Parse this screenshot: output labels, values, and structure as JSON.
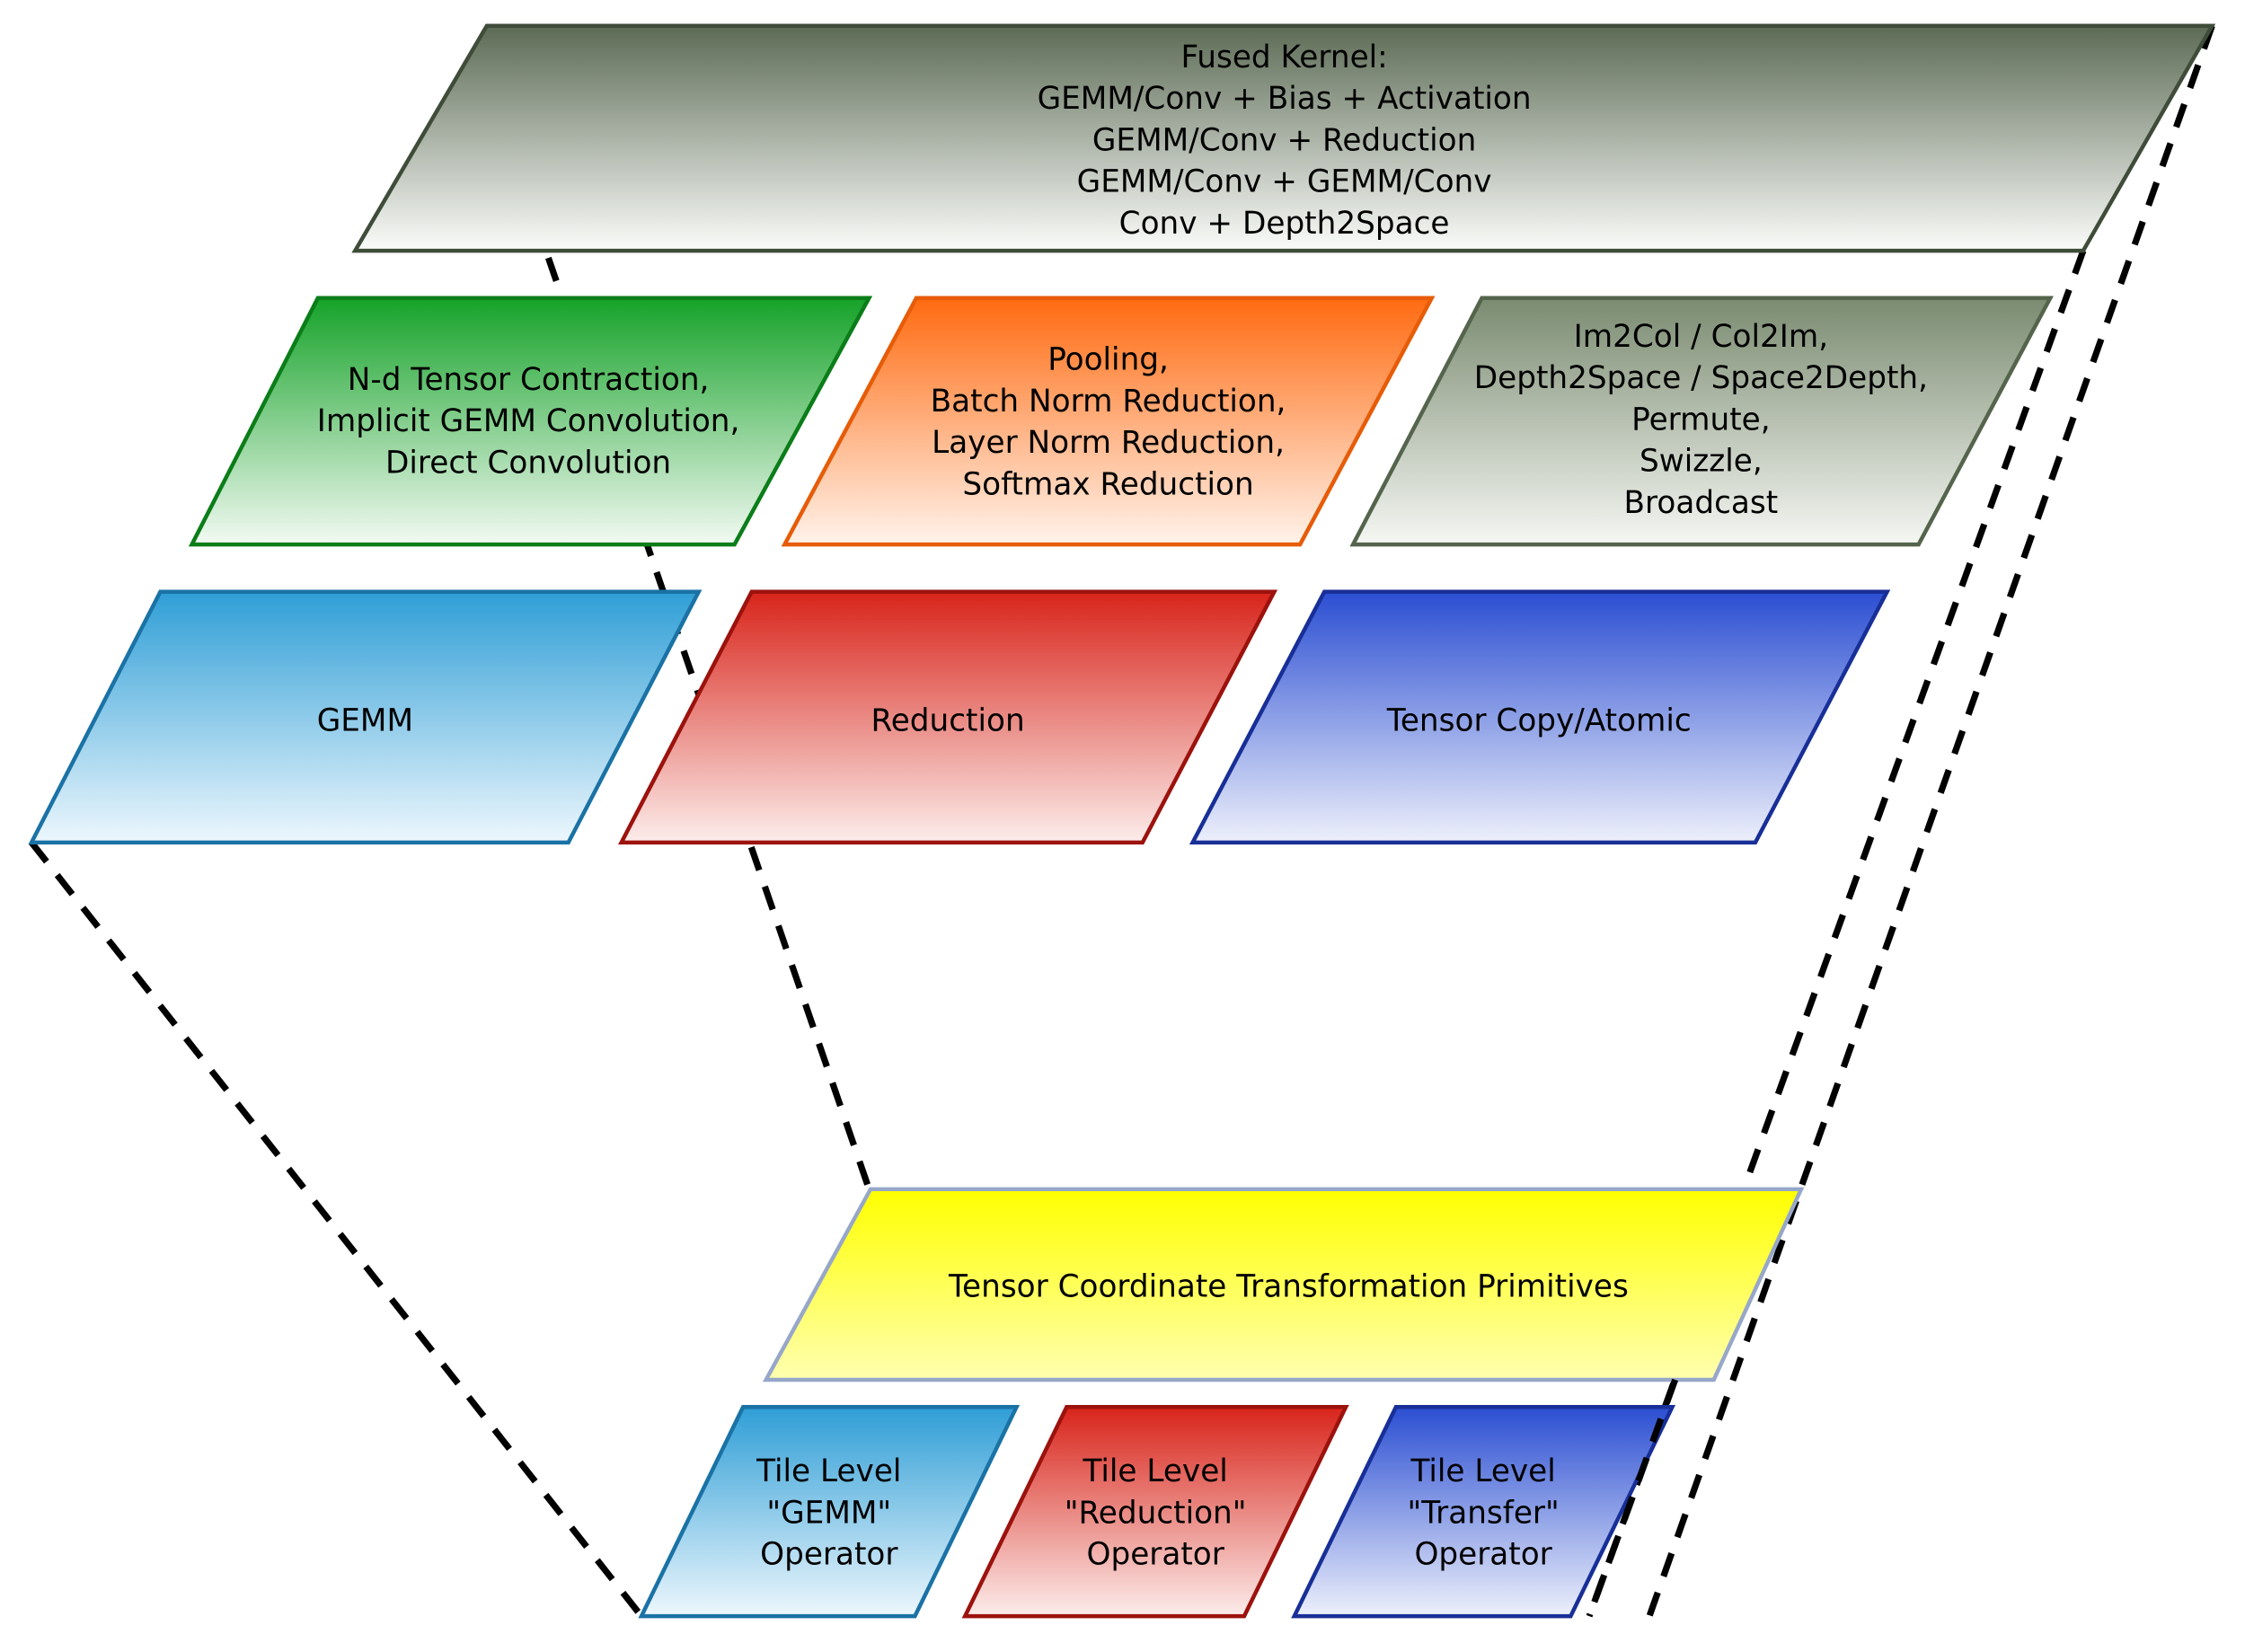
{
  "diagram": {
    "fused_kernel": {
      "lines": [
        "Fused Kernel:",
        "GEMM/Conv + Bias + Activation",
        "GEMM/Conv + Reduction",
        "GEMM/Conv + GEMM/Conv",
        "Conv + Depth2Space"
      ]
    },
    "contraction": {
      "lines": [
        "N-d Tensor Contraction,",
        "Implicit GEMM Convolution,",
        "Direct Convolution"
      ]
    },
    "reduction_ops": {
      "lines": [
        "Pooling,",
        "Batch Norm Reduction,",
        "Layer Norm Reduction,",
        "Softmax Reduction"
      ]
    },
    "layout_ops": {
      "lines": [
        "Im2Col / Col2Im,",
        "Depth2Space / Space2Depth,",
        "Permute,",
        "Swizzle,",
        "Broadcast"
      ]
    },
    "gemm": {
      "label": "GEMM"
    },
    "reduction": {
      "label": "Reduction"
    },
    "tensor_copy": {
      "label": "Tensor Copy/Atomic"
    },
    "coord_transform": {
      "label": "Tensor Coordinate Transformation Primitives"
    },
    "tile_gemm": {
      "lines": [
        "Tile Level",
        "\"GEMM\"",
        "Operator"
      ]
    },
    "tile_reduction": {
      "lines": [
        "Tile Level",
        "\"Reduction\"",
        "Operator"
      ]
    },
    "tile_transfer": {
      "lines": [
        "Tile Level",
        "\"Transfer\"",
        "Operator"
      ]
    }
  },
  "colors": {
    "fused_top": "#5c6b55",
    "fused_bottom": "#fbfcfa",
    "fused_border": "#3f4c39",
    "green_top": "#15a228",
    "green_bottom": "#f3faf3",
    "green_border": "#0b7d19",
    "orange_top": "#ff6a10",
    "orange_bottom": "#fff3eb",
    "orange_border": "#e65c08",
    "olive_top": "#7a8b70",
    "olive_bottom": "#f5f7f3",
    "olive_border": "#55644c",
    "lightblue_top": "#2f9ed6",
    "lightblue_bottom": "#edf7fd",
    "lightblue_border": "#1a72a5",
    "red_top": "#d8241a",
    "red_bottom": "#fcedeb",
    "red_border": "#9c120d",
    "blue_top": "#2b4ed2",
    "blue_bottom": "#edf0fb",
    "blue_border": "#182f97",
    "yellow_top": "#ffff00",
    "yellow_bottom": "#ffffb0",
    "yellow_border": "#97a7c9",
    "dashed_line": "#000000",
    "text": "#000000"
  }
}
